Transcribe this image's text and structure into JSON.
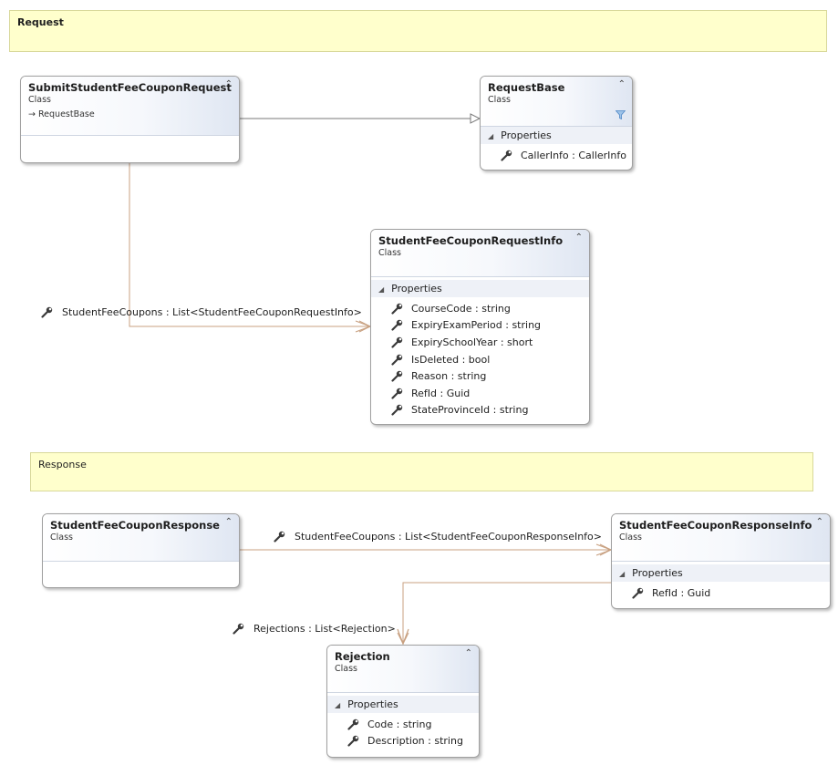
{
  "notes": {
    "request": "Request",
    "response": "Response"
  },
  "classes": {
    "submit_request": {
      "name": "SubmitStudentFeeCouponRequest",
      "kind": "Class",
      "inherits": "RequestBase"
    },
    "request_base": {
      "name": "RequestBase",
      "kind": "Class",
      "section": "Properties",
      "properties": [
        "CallerInfo : CallerInfo"
      ]
    },
    "request_info": {
      "name": "StudentFeeCouponRequestInfo",
      "kind": "Class",
      "section": "Properties",
      "properties": [
        "CourseCode : string",
        "ExpiryExamPeriod : string",
        "ExpirySchoolYear : short",
        "IsDeleted : bool",
        "Reason : string",
        "RefId : Guid",
        "StateProvinceId : string"
      ]
    },
    "response": {
      "name": "StudentFeeCouponResponse",
      "kind": "Class"
    },
    "response_info": {
      "name": "StudentFeeCouponResponseInfo",
      "kind": "Class",
      "section": "Properties",
      "properties": [
        "RefId : Guid"
      ]
    },
    "rejection": {
      "name": "Rejection",
      "kind": "Class",
      "section": "Properties",
      "properties": [
        "Code : string",
        "Description : string"
      ]
    }
  },
  "associations": {
    "request_coupons": "StudentFeeCoupons : List<StudentFeeCouponRequestInfo>",
    "response_coupons": "StudentFeeCoupons : List<StudentFeeCouponResponseInfo>",
    "rejections": "Rejections : List<Rejection>"
  },
  "icons": {
    "collapse": "double-chevron-up-icon",
    "property": "wrench-icon",
    "filter": "filter-icon",
    "inherit_arrow": "inherit-arrow-icon"
  },
  "colors": {
    "note_fill": "#ffffcc",
    "association_line": "#c8a080",
    "inheritance_line": "#7a7a7a"
  }
}
